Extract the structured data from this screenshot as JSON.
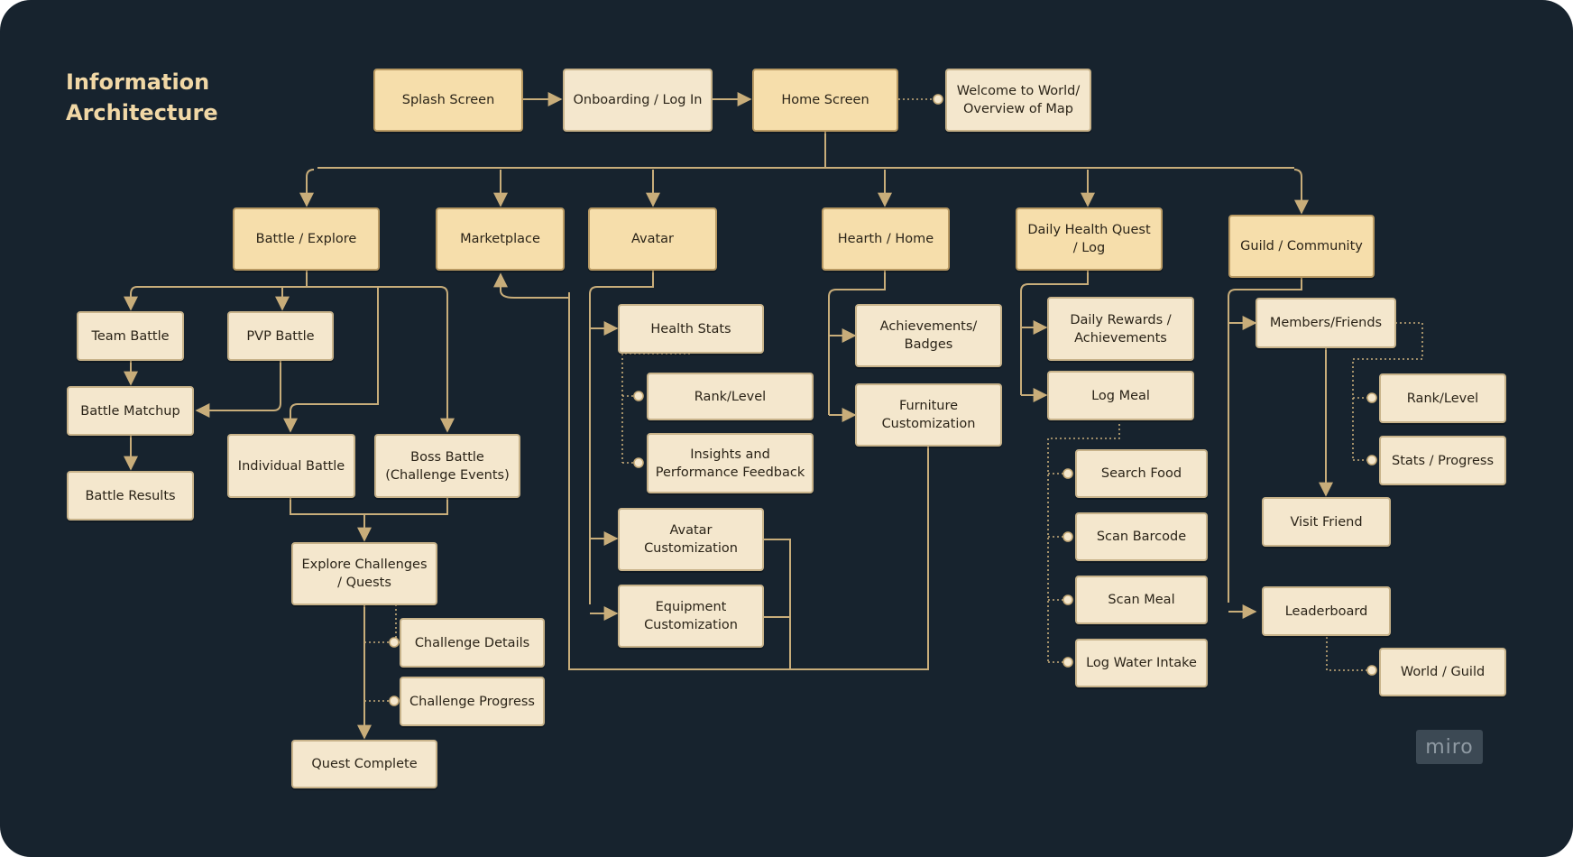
{
  "title": "Information\nArchitecture",
  "watermark": "miro",
  "colors": {
    "background": "#17232e",
    "main_node": "#f6deab",
    "sub_node": "#f4e7cd",
    "connector": "#c8ad7a",
    "title": "#f1d8a6"
  },
  "nodes": {
    "splash": "Splash Screen",
    "onboarding": "Onboarding / Log In",
    "home": "Home Screen",
    "welcome": "Welcome to World/\nOverview of Map",
    "battle_explore": "Battle / Explore",
    "marketplace": "Marketplace",
    "avatar": "Avatar",
    "hearth": "Hearth / Home",
    "daily_quest": "Daily Health Quest\n/ Log",
    "guild": "Guild / Community",
    "team_battle": "Team Battle",
    "pvp_battle": "PVP Battle",
    "battle_matchup": "Battle Matchup",
    "battle_results": "Battle Results",
    "individual_battle": "Individual Battle",
    "boss_battle": "Boss Battle\n(Challenge Events)",
    "explore_challenges": "Explore Challenges\n/ Quests",
    "challenge_details": "Challenge Details",
    "challenge_progress": "Challenge Progress",
    "quest_complete": "Quest Complete",
    "health_stats": "Health Stats",
    "rank_level_avatar": "Rank/Level",
    "insights": "Insights and\nPerformance Feedback",
    "avatar_custom": "Avatar\nCustomization",
    "equipment_custom": "Equipment\nCustomization",
    "achievements_badges": "Achievements/\nBadges",
    "furniture": "Furniture\nCustomization",
    "daily_rewards": "Daily Rewards /\nAchievements",
    "log_meal": "Log Meal",
    "search_food": "Search Food",
    "scan_barcode": "Scan Barcode",
    "scan_meal": "Scan Meal",
    "log_water": "Log Water Intake",
    "members_friends": "Members/Friends",
    "rank_level_guild": "Rank/Level",
    "stats_progress": "Stats / Progress",
    "visit_friend": "Visit Friend",
    "leaderboard": "Leaderboard",
    "world_guild": "World / Guild"
  }
}
